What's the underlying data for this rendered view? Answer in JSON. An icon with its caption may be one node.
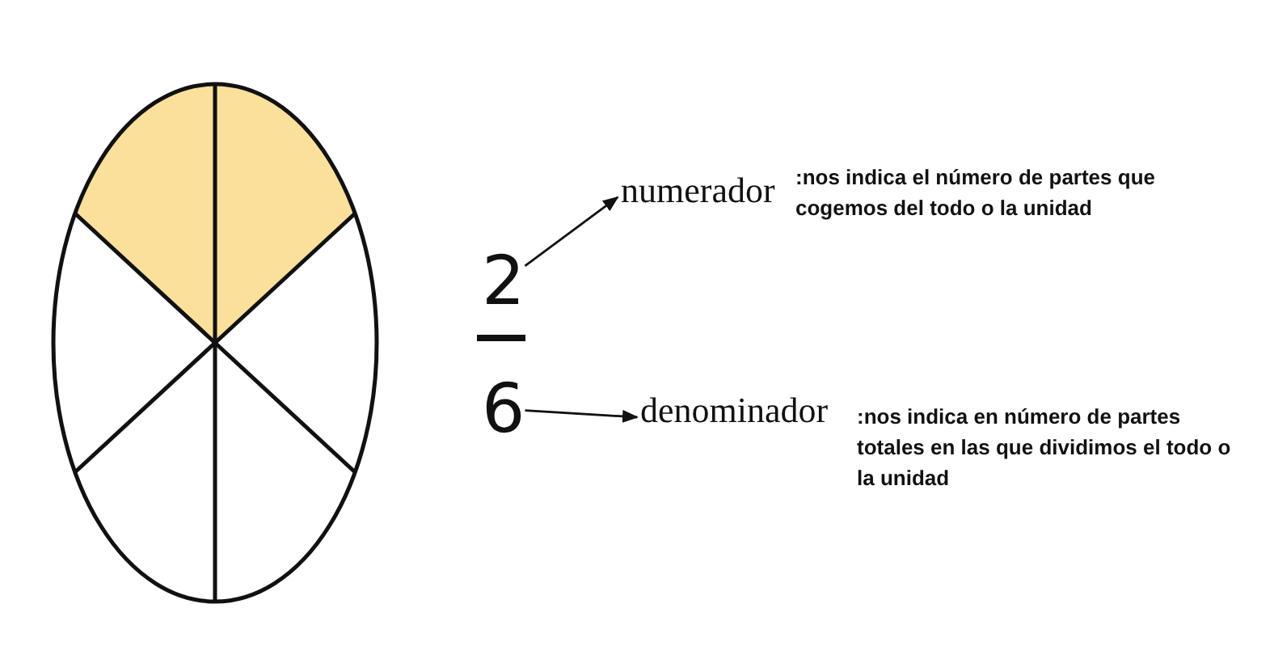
{
  "diagram": {
    "nodes": [
      {
        "text": [
          "2"
        ]
      },
      {
        "text": [
          "numerador"
        ],
        "beside": [
          ":nos indica el número de partes que cogemos del todo o la unidad"
        ]
      },
      {
        "text": [
          "6"
        ]
      },
      {
        "text": [
          "denominador"
        ],
        "beside": [
          ":nos indica en número de partes totales en las que dividimos el todo o la unidad"
        ]
      }
    ],
    "edges": [
      {
        "from": 0,
        "to": 1,
        "arrow": "to"
      },
      {
        "from": 2,
        "to": 3,
        "arrow": "to"
      }
    ]
  }
}
